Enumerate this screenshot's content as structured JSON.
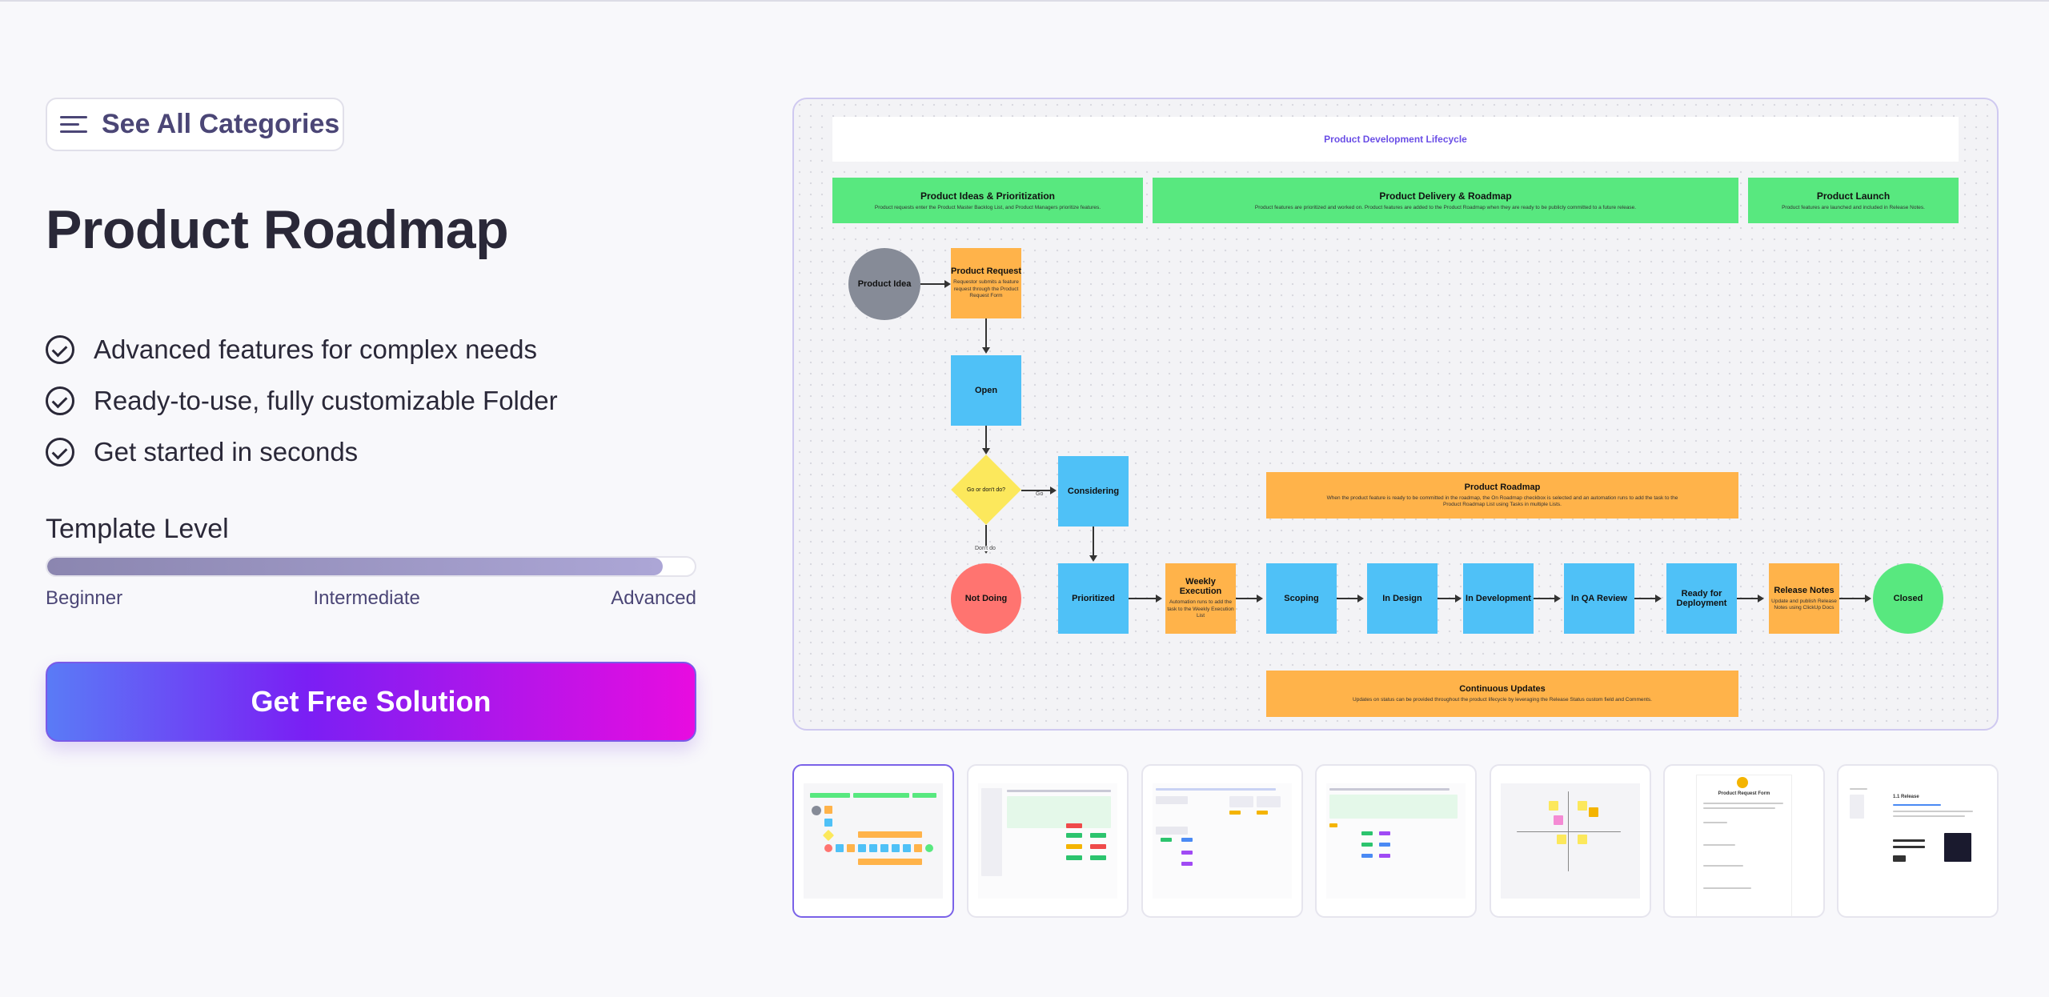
{
  "categories_button": {
    "label": "See All Categories",
    "icon": "menu-lines-icon"
  },
  "page_title": "Product Roadmap",
  "features": [
    {
      "text": "Advanced features for complex needs",
      "icon": "check-circle-icon"
    },
    {
      "text": "Ready-to-use, fully customizable Folder",
      "icon": "check-circle-icon"
    },
    {
      "text": "Get started in seconds",
      "icon": "check-circle-icon"
    }
  ],
  "template_level": {
    "label": "Template Level",
    "value_percent": 95,
    "marks": [
      "Beginner",
      "Intermediate",
      "Advanced"
    ]
  },
  "cta": {
    "label": "Get Free Solution"
  },
  "diagram": {
    "title": "Product Development Lifecycle",
    "sections": [
      {
        "title": "Product Ideas & Prioritization",
        "desc": "Product requests enter the Product Master Backlog List, and Product Managers prioritize features."
      },
      {
        "title": "Product Delivery & Roadmap",
        "desc": "Product features are prioritized and worked on. Product features are added to the Product Roadmap when they are ready to be publicly committed to a future release."
      },
      {
        "title": "Product Launch",
        "desc": "Product features are launched and included in Release Notes."
      }
    ],
    "nodes": {
      "idea": "Product Idea",
      "request": "Product Request",
      "request_desc": "Requestor submits a feature request through the Product Request Form",
      "open": "Open",
      "decision": "Go or don't do?",
      "go_label": "Go",
      "dont_label": "Don't do",
      "considering": "Considering",
      "not_doing": "Not Doing",
      "prioritized": "Prioritized",
      "weekly": "Weekly Execution",
      "weekly_desc": "Automation runs to add the task to the Weekly Execution List",
      "scoping": "Scoping",
      "design": "In Design",
      "development": "In Development",
      "qa": "In QA Review",
      "ready": "Ready for Deployment",
      "release": "Release Notes",
      "release_desc": "Update and publish Release Notes using ClickUp Docs",
      "closed": "Closed",
      "roadmap": "Product Roadmap",
      "roadmap_desc": "When the product feature is ready to be committed in the roadmap, the On Roadmap checkbox is selected and an automation runs to add the task to the Product Roadmap List using Tasks in multiple Lists.",
      "updates": "Continuous Updates",
      "updates_desc": "Updates on status can be provided throughout the product lifecycle by leveraging the Release Status custom field and Comments."
    }
  },
  "thumbnails": [
    {
      "name": "thumb-whiteboard",
      "active": true
    },
    {
      "name": "thumb-list",
      "active": false
    },
    {
      "name": "thumb-board",
      "active": false
    },
    {
      "name": "thumb-table",
      "active": false
    },
    {
      "name": "thumb-matrix",
      "active": false
    },
    {
      "name": "thumb-form",
      "active": false,
      "caption": "Product Request Form"
    },
    {
      "name": "thumb-doc",
      "active": false,
      "caption": "1.1 Release"
    }
  ],
  "colors": {
    "accent": "#7a1ff4",
    "cta_start": "#5a7bf6",
    "cta_end": "#e80ce0",
    "flow_blue": "#4fc1f7",
    "flow_orange": "#ffb34a",
    "flow_green": "#58e87f"
  }
}
